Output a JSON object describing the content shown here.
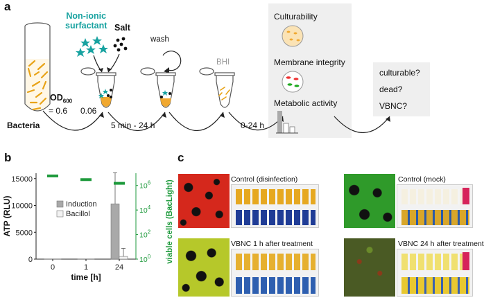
{
  "panel_a": {
    "letter": "a",
    "surfactant": "Non-ionic\nsurfactant",
    "salt": "Salt",
    "wash": "wash",
    "bhi": "BHI",
    "od_label": "OD",
    "od_sub": "600",
    "od_value": "= 0.6",
    "od_value2": "0.06",
    "bacteria": "Bacteria",
    "time1": "5 min - 24 h",
    "time2": "0-24 h",
    "box_items": [
      "Culturability",
      "Membrane integrity",
      "Metabolic activity"
    ],
    "outcomes": [
      "culturable?",
      "dead?",
      "VBNC?"
    ]
  },
  "panel_b": {
    "letter": "b",
    "chart_data": {
      "type": "bar",
      "categories": [
        "0",
        "1",
        "24"
      ],
      "xlabel": "time [h]",
      "ylabel": "ATP (RLU)",
      "ylim": [
        0,
        16000
      ],
      "yticks": [
        "0",
        "5000",
        "10000",
        "15000"
      ],
      "series": [
        {
          "name": "Induction",
          "values": [
            40,
            40,
            10300
          ],
          "errors": [
            0,
            0,
            5800
          ],
          "color": "#a9a9a9"
        },
        {
          "name": "Bacillol",
          "values": [
            40,
            40,
            500
          ],
          "errors": [
            0,
            0,
            1500
          ],
          "color": "#f2f2f2"
        }
      ],
      "y2label": "viable cells (BacLight)",
      "y2_scale": "log",
      "y2lim": [
        1,
        10000000
      ],
      "y2ticks": [
        "10^0",
        "10^2",
        "10^4",
        "10^6"
      ],
      "y2_series": {
        "values": [
          6000000,
          3000000,
          1500000
        ],
        "color": "#1e9a3c"
      }
    }
  },
  "panel_c": {
    "letter": "c",
    "captions": [
      "Control (disinfection)",
      "Control (mock)",
      "VBNC 1 h after treatment",
      "VBNC 24 h after treatment"
    ]
  },
  "colors": {
    "teal": "#17a2a0",
    "green": "#1e9a3c",
    "grey_bar": "#a9a9a9",
    "box_bg": "#efefef"
  }
}
